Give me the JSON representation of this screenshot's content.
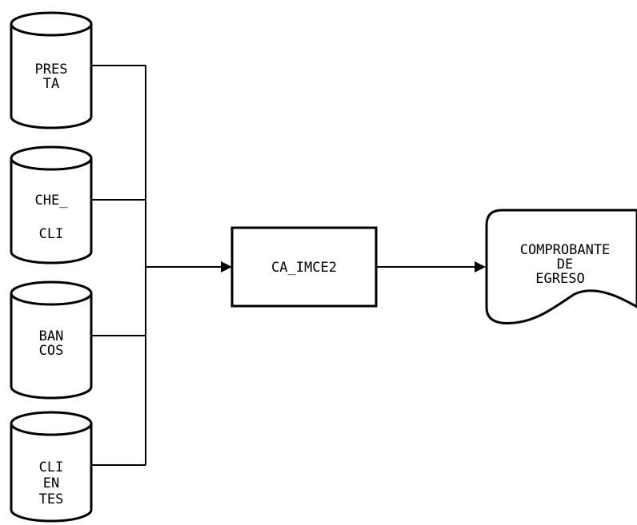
{
  "diagram": {
    "sources": [
      {
        "id": "presta",
        "label_lines": [
          "PRES",
          "TA"
        ]
      },
      {
        "id": "che-cli",
        "label_lines": [
          "CHE_",
          "CLI"
        ]
      },
      {
        "id": "bancos",
        "label_lines": [
          "BAN",
          "COS"
        ]
      },
      {
        "id": "clientes",
        "label_lines": [
          "CLI",
          "EN",
          "TES"
        ]
      }
    ],
    "process": {
      "label": "CA_IMCE2"
    },
    "output": {
      "label_lines": [
        "COMPROBANTE",
        "DE",
        "EGRESO"
      ]
    }
  }
}
